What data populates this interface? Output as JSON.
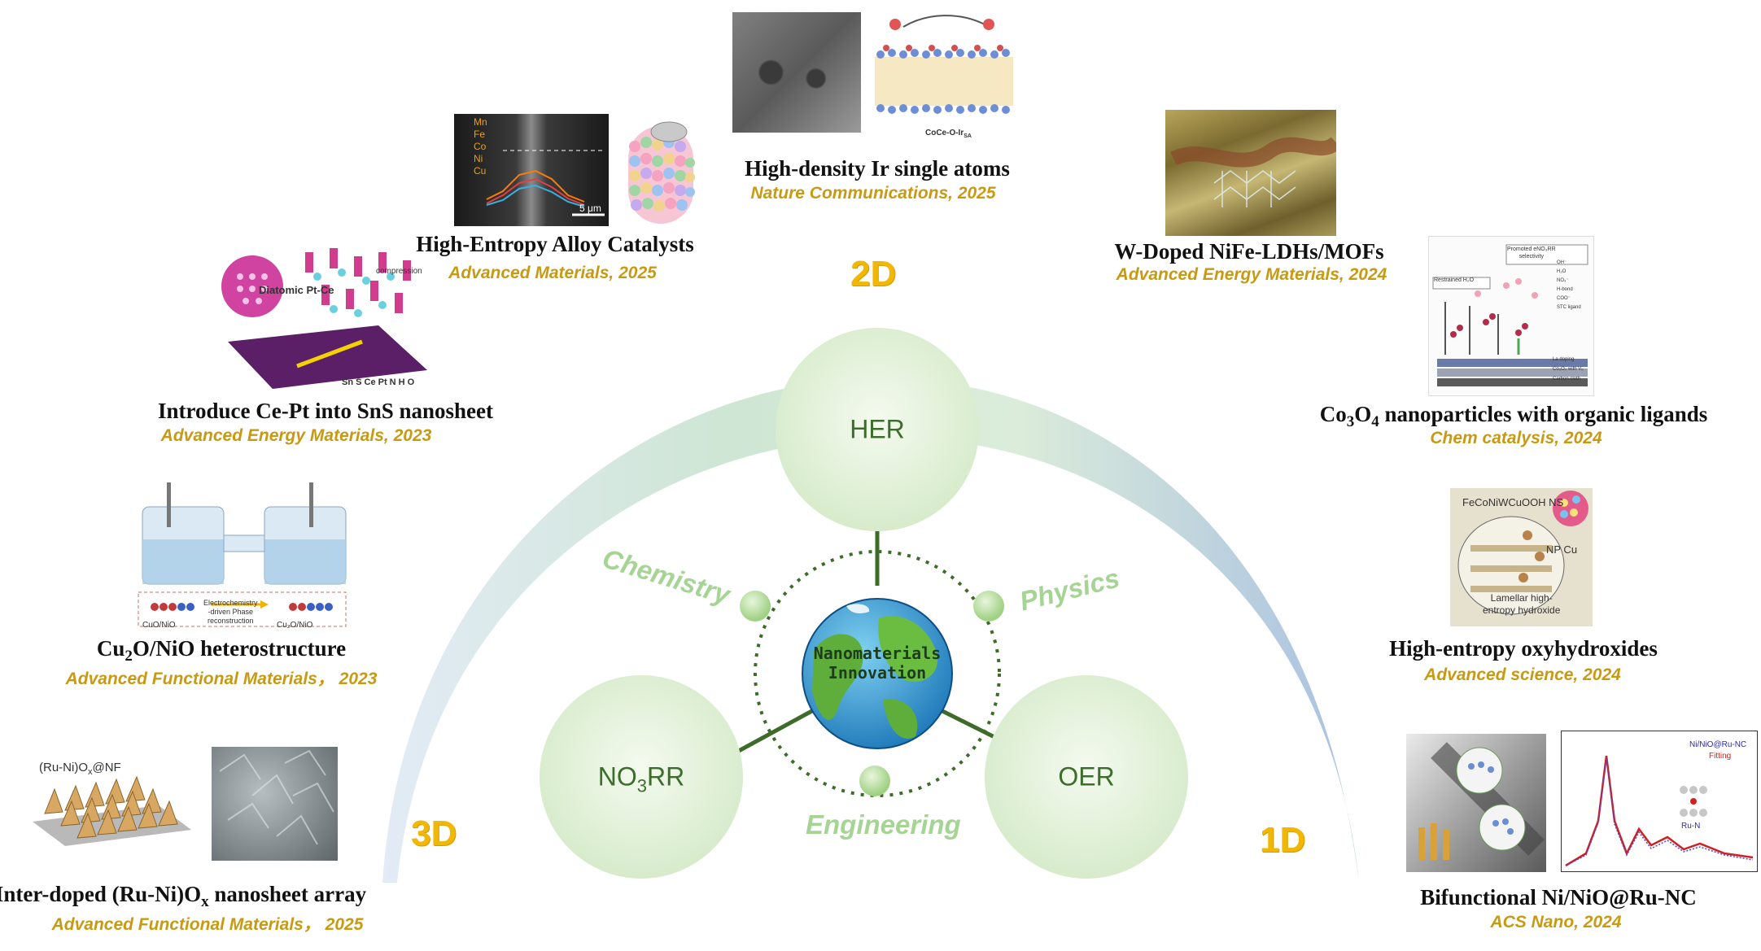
{
  "center": {
    "line1": "Nanomaterials",
    "line2": "Innovation"
  },
  "nodes": {
    "her": "HER",
    "oer": "OER",
    "no3rr": {
      "pre": "NO",
      "sub": "3",
      "post": "RR"
    }
  },
  "disciplines": {
    "chemistry": "Chemistry",
    "physics": "Physics",
    "engineering": "Engineering"
  },
  "dimensions": {
    "d3": "3D",
    "d2": "2D",
    "d1": "1D"
  },
  "works": [
    {
      "id": "ru-ni",
      "title_pre": "Inter-doped (Ru-Ni)O",
      "title_sub": "x",
      "title_post": " nanosheet array",
      "journal": "Advanced Functional Materials， 2025"
    },
    {
      "id": "cu2o",
      "title_pre": "Cu",
      "title_sub": "2",
      "title_post": "O/NiO heterostructure",
      "journal": "Advanced Functional Materials， 2023"
    },
    {
      "id": "ce-pt",
      "title": "Introduce Ce-Pt into SnS nanosheet",
      "journal": "Advanced Energy Materials, 2023"
    },
    {
      "id": "hea",
      "title": "High-Entropy Alloy Catalysts",
      "journal": "Advanced Materials, 2025"
    },
    {
      "id": "ir",
      "title": "High-density Ir single atoms",
      "journal": "Nature Communications, 2025"
    },
    {
      "id": "w-nife",
      "title": "W-Doped NiFe-LDHs/MOFs",
      "journal": "Advanced Energy Materials, 2024"
    },
    {
      "id": "co3o4",
      "title_pre": "Co",
      "title_sub1": "3",
      "title_mid": "O",
      "title_sub2": "4",
      "title_post": " nanoparticles with organic ligands",
      "journal": "Chem catalysis, 2024"
    },
    {
      "id": "heo",
      "title": "High-entropy oxyhydroxides",
      "journal": "Advanced science, 2024"
    },
    {
      "id": "ni-nio",
      "title": "Bifunctional Ni/NiO@Ru-NC",
      "journal": "ACS Nano, 2024"
    }
  ],
  "figure_text": {
    "ru_ni_label": "(Ru-Ni)O",
    "ru_ni_label_sub": "x",
    "ru_ni_label_post": "@NF",
    "hea_elements": [
      "Mn",
      "Fe",
      "Co",
      "Ni",
      "Cu"
    ],
    "hea_scale": "5 μm",
    "ce_pt_label": "Diatomic Pt-Ce",
    "ce_pt_compression": "compression",
    "ce_pt_legend": "Sn  S  Ce Pt  N  H  O",
    "ir_label": "CoCe-O-Ir",
    "ir_label_sub": "SA",
    "heo_label": "FeCoNiWCuOOH NS",
    "heo_np": "NP Cu",
    "heo_bottom1": "Lamellar high-",
    "heo_bottom2": "entropy hydroxide",
    "ni_nio_legend1": "Ni/NiO@Ru-NC",
    "ni_nio_legend2": "Fitting",
    "ni_nio_ru": "Ru-N",
    "cu2o_left": "CuO/NiO",
    "cu2o_right": "Cu₂O/NiO",
    "cu2o_mid1": "Electrochemistry",
    "cu2o_mid2": "-driven Phase",
    "cu2o_mid3": "reconstruction",
    "co3o4_promoted": "Promoted eNO₃RR",
    "co3o4_selectivity": "selectivity",
    "co3o4_restrained": "Restrained H₂O",
    "co3o4_legend": [
      "OH⁻",
      "H₂O",
      "NO₃⁻",
      "H-bond",
      "COO⁻",
      "STC ligand",
      "La doping",
      "Co₃O₄ with Vₒ",
      "Carbon cloth"
    ]
  },
  "colors": {
    "accent_gold": "#f2b705",
    "journal_gold": "#c89a12",
    "arc_blue": "#9fb9de",
    "circle_green": "#e3f2db",
    "connector_green": "#3e6b2a",
    "discipline_green": "#a6d494"
  }
}
